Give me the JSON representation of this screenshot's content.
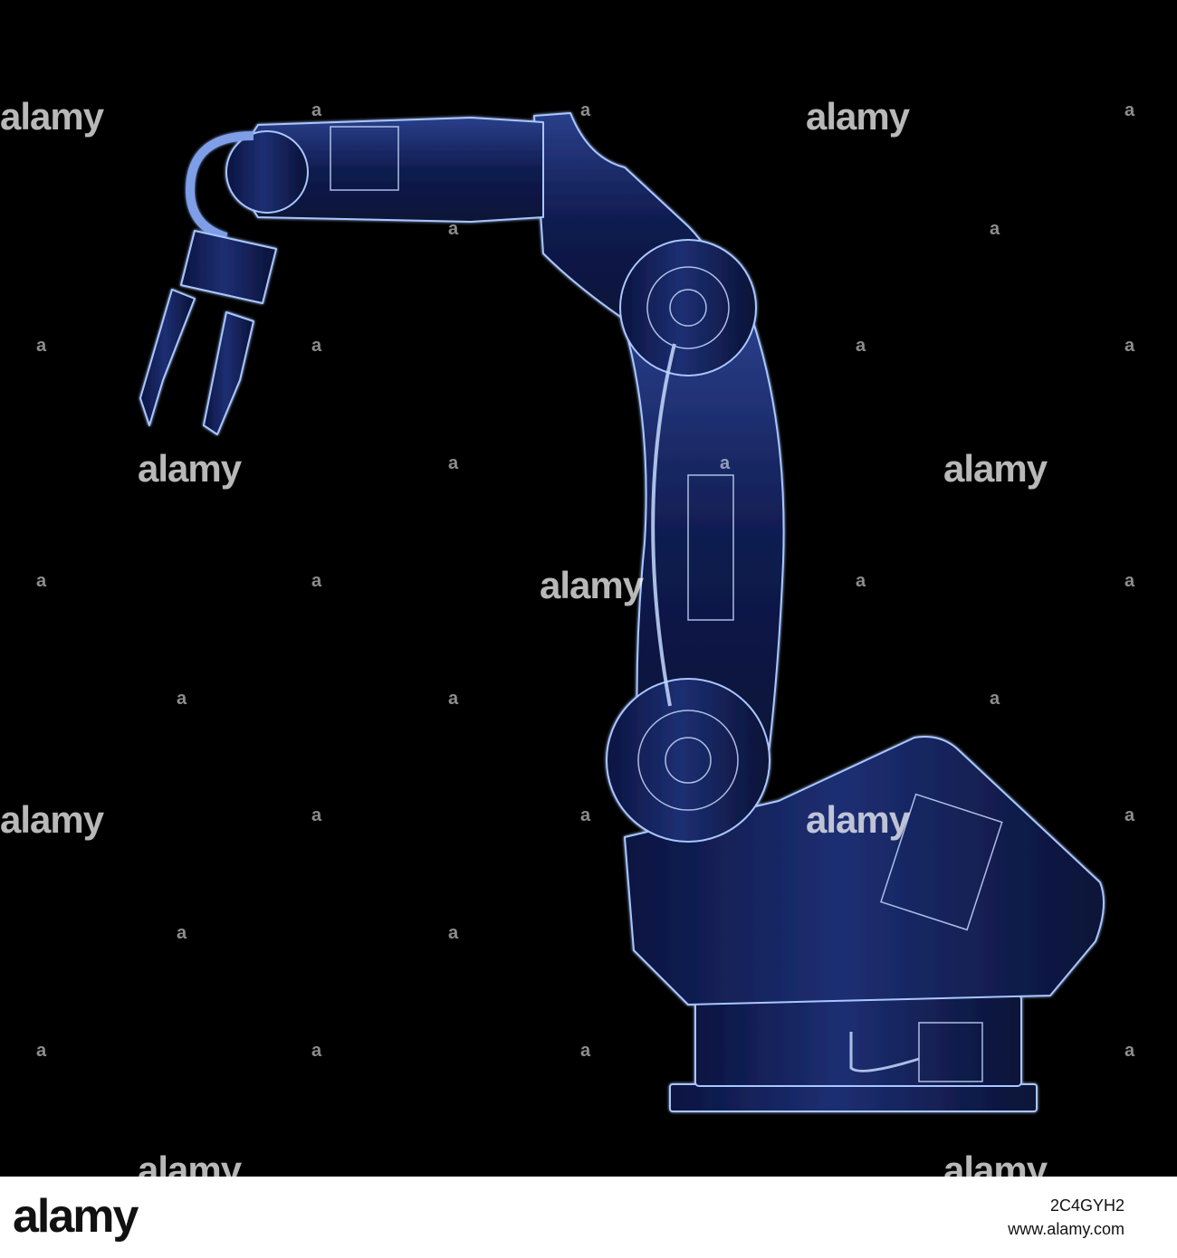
{
  "watermarks": {
    "brand": "alamy",
    "mark": "a"
  },
  "footer": {
    "logo": "alamy",
    "image_id": "2C4GYH2",
    "url": "www.alamy.com"
  },
  "colors": {
    "background": "#000000",
    "xray_glow": "#9fc2ff",
    "xray_body": "#1a2c6b",
    "footer_bg": "#ffffff"
  }
}
